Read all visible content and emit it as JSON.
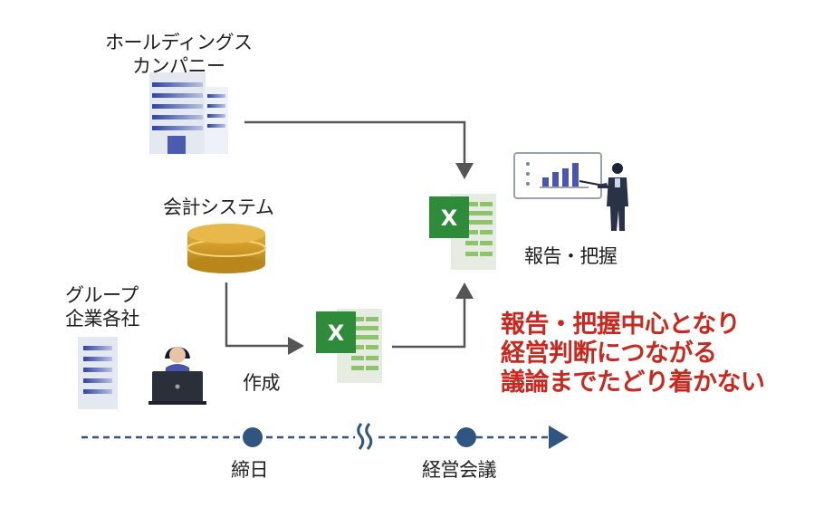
{
  "labels": {
    "holdings": [
      "ホールディングス",
      "カンパニー"
    ],
    "accounting_system": "会計システム",
    "group_companies": [
      "グループ",
      "企業各社"
    ],
    "create": "作成",
    "report": "報告・把握",
    "closing_date": "締日",
    "management_meeting": "経営会議"
  },
  "message": [
    "報告・把握中心となり",
    "経営判断につながる",
    "議論までたどり着かない"
  ],
  "excel_letter": "X",
  "icons": [
    "holdings-building-icon",
    "database-icon",
    "group-building-icon",
    "user-laptop-icon",
    "excel-icon",
    "presenter-chart-icon",
    "timeline-break-icon"
  ],
  "colors": {
    "building": "#4a5bb0",
    "building_light": "#c9d1e6",
    "database": "#d9a227",
    "excel_green": "#2e8b3a",
    "excel_sheet": "#8dc46b",
    "arrow": "#555555",
    "timeline": "#2f5580",
    "accent_red": "#c8281e"
  }
}
